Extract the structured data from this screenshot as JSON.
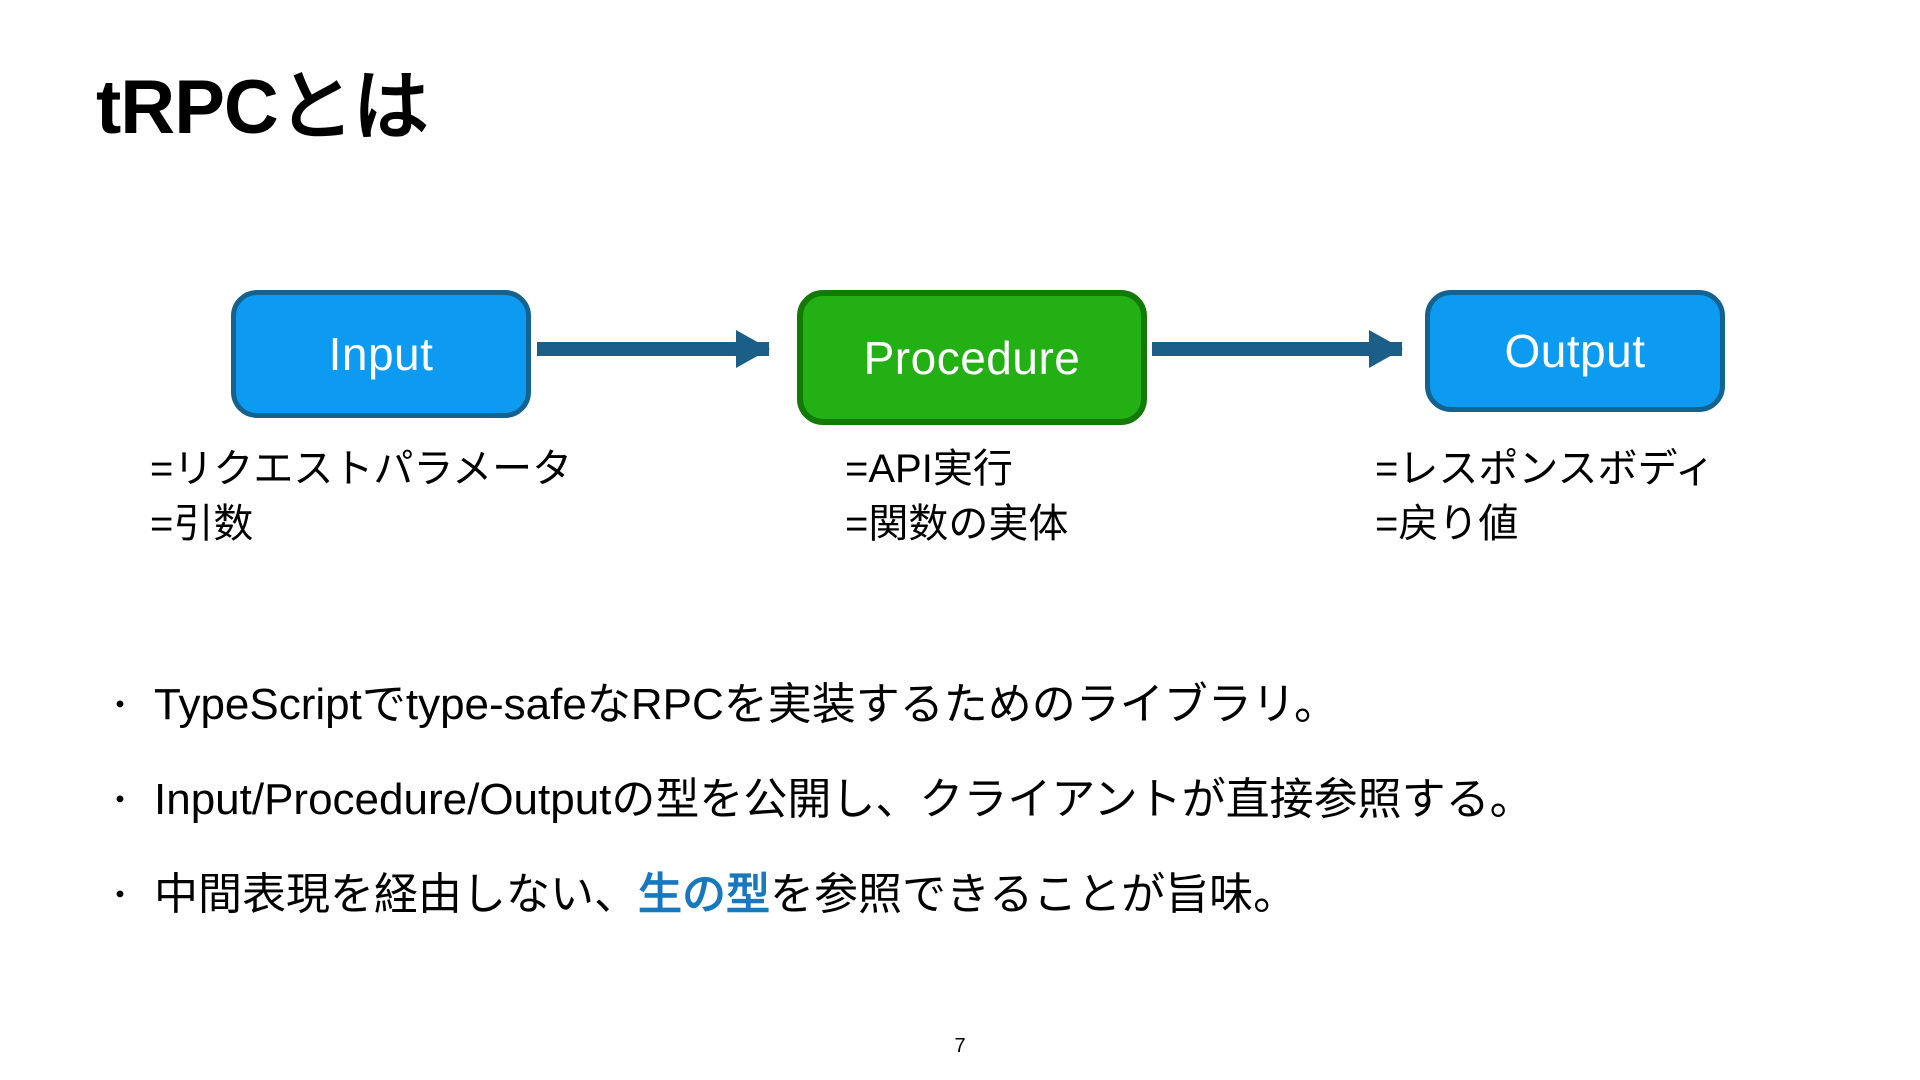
{
  "slide": {
    "title": "tRPCとは",
    "page_number": "7"
  },
  "diagram": {
    "nodes": [
      {
        "label": "Input",
        "fill": "#0D9BF2",
        "border": "#14628F"
      },
      {
        "label": "Procedure",
        "fill": "#22B014",
        "border": "#137A06"
      },
      {
        "label": "Output",
        "fill": "#0D9BF2",
        "border": "#14628F"
      }
    ],
    "arrow_color": "#1B5E88",
    "annotations": [
      {
        "line1": "=リクエストパラメータ",
        "line2": "=引数"
      },
      {
        "line1": "=API実行",
        "line2": "=関数の実体"
      },
      {
        "line1": "=レスポンスボディ",
        "line2": "=戻り値"
      }
    ]
  },
  "bullets": {
    "marker": "・",
    "items": [
      {
        "pre": "TypeScriptでtype-safeなRPCを実装するためのライブラリ。",
        "highlight": "",
        "post": ""
      },
      {
        "pre": "Input/Procedure/Outputの型を公開し、クライアントが直接参照する。",
        "highlight": "",
        "post": ""
      },
      {
        "pre": "中間表現を経由しない、",
        "highlight": "生の型",
        "post": "を参照できることが旨味。"
      }
    ],
    "highlight_color": "#1878BE"
  }
}
